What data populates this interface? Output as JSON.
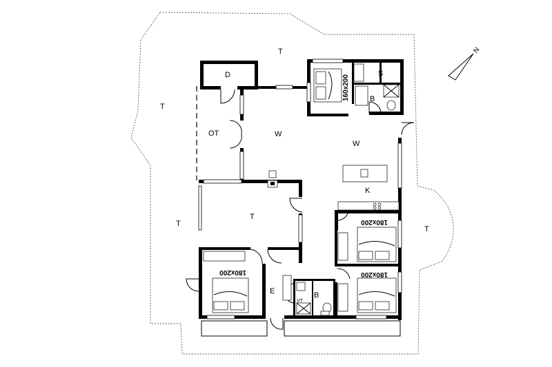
{
  "plan": {
    "rooms": {
      "D": "D",
      "S": "S",
      "B_top": "B",
      "B_bottom": "B",
      "VT": "VT",
      "W_left": "W",
      "W_right": "W",
      "OT": "OT",
      "K": "K",
      "T_inner": "T",
      "E": "E"
    },
    "terraces": {
      "T_top": "T",
      "T_left_upper": "T",
      "T_left_lower": "T",
      "T_right": "T"
    },
    "beds": {
      "master": "160x200",
      "bed_right_upper": "180x200",
      "bed_right_lower": "180x200",
      "bed_left_lower": "180x200"
    },
    "compass": {
      "label": "N"
    }
  }
}
